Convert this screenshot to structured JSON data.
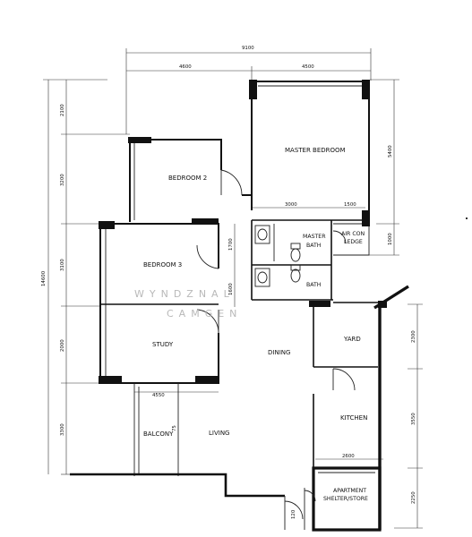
{
  "dimensions": {
    "overall_width": "9100",
    "top_left": "4600",
    "top_right": "4500",
    "overall_height": "14600",
    "left_2100": "2100",
    "left_3200": "3200",
    "left_3100": "3100",
    "left_2000": "2000",
    "left_3300": "3300",
    "right_5400": "5400",
    "right_1000": "1000",
    "right_2300": "2300",
    "right_3550": "3550",
    "right_2250": "2250",
    "inner_3000": "3000",
    "inner_1500": "1500",
    "inner_1700": "1700",
    "inner_1600": "1600",
    "inner_4550": "4550",
    "inner_2600": "2600",
    "inner_75": "75",
    "inner_120": "120"
  },
  "rooms": {
    "master_bedroom": "MASTER BEDROOM",
    "bedroom_2": "BEDROOM 2",
    "bedroom_3": "BEDROOM 3",
    "study": "STUDY",
    "dining": "DINING",
    "living": "LIVING",
    "balcony": "BALCONY",
    "kitchen": "KITCHEN",
    "yard": "YARD",
    "master_bath_line1": "MASTER",
    "master_bath_line2": "BATH",
    "bath": "BATH",
    "air_con_line1": "AIR CON",
    "air_con_line2": "LEDGE",
    "shelter_line1": "APARTMENT",
    "shelter_line2": "SHELTER/STORE"
  },
  "watermark": {
    "line1": "WYNDZNAL",
    "line2": "CAMGEN"
  }
}
